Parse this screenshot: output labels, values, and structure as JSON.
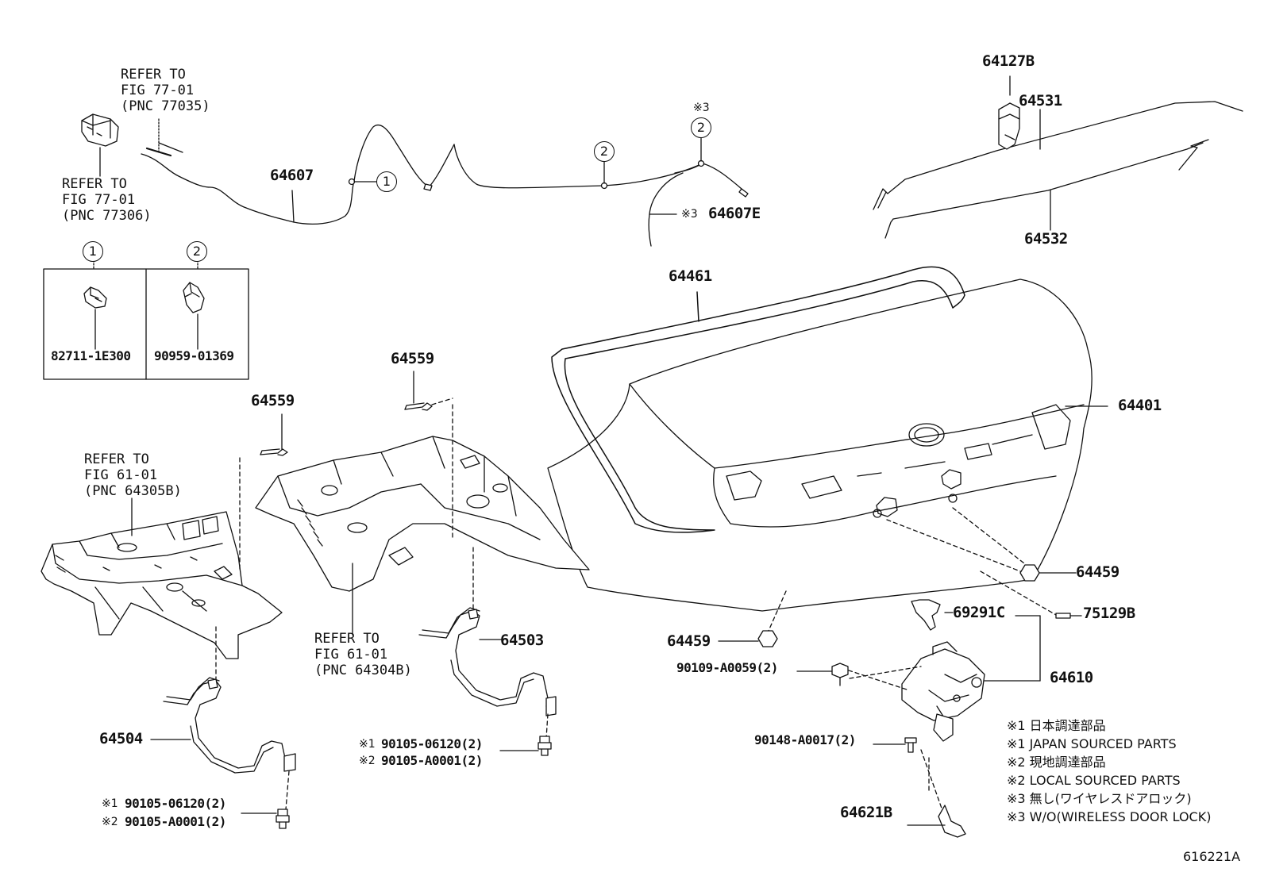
{
  "parts": {
    "p64607": "64607",
    "p64607E": "64607E",
    "p64127B": "64127B",
    "p64531": "64531",
    "p64532": "64532",
    "p64461": "64461",
    "p64401": "64401",
    "p64559_left": "64559",
    "p64559_right": "64559",
    "p64503": "64503",
    "p64504": "64504",
    "p64459_right": "64459",
    "p64459_left": "64459",
    "p69291C": "69291C",
    "p75129B": "75129B",
    "p64610": "64610",
    "p64621B": "64621B",
    "p82711": "82711-1E300",
    "p90959": "90959-01369",
    "p90109": "90109-A0059(2)",
    "p90148": "90148-A0017(2)",
    "bolt_mid_1": "90105-06120(2)",
    "bolt_mid_2": "90105-A0001(2)",
    "bolt_low_1": "90105-06120(2)",
    "bolt_low_2": "90105-A0001(2)"
  },
  "marks": {
    "m1": "※1",
    "m2": "※2",
    "m3": "※3"
  },
  "circled": {
    "c1": "1",
    "c2": "2"
  },
  "refs": {
    "ref_77035": "REFER TO\nFIG 77-01\n(PNC 77035)",
    "ref_77306": "REFER TO\nFIG 77-01\n(PNC 77306)",
    "ref_64305B": "REFER TO\nFIG 61-01\n(PNC 64305B)",
    "ref_64304B": "REFER TO\nFIG 61-01\n(PNC 64304B)"
  },
  "notes": [
    "※1 日本調達部品",
    "※1 JAPAN SOURCED PARTS",
    "※2 現地調達部品",
    "※2 LOCAL SOURCED PARTS",
    "※3 無し(ワイヤレスドアロック)",
    "※3 W/O(WIRELESS DOOR LOCK)"
  ],
  "figure_id": "616221A"
}
